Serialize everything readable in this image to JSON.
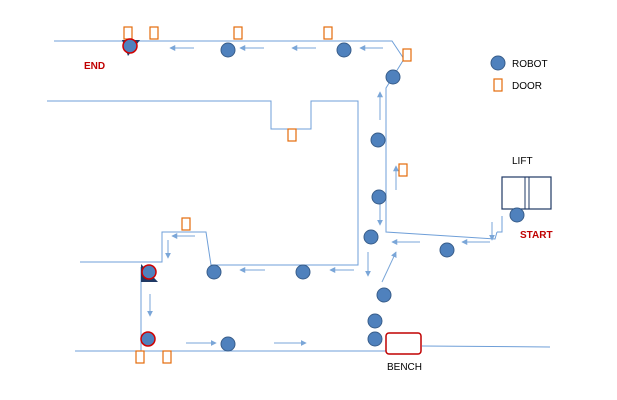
{
  "legend": {
    "robot_label": "ROBOT",
    "door_label": "DOOR"
  },
  "labels": {
    "end": "END",
    "start": "START",
    "lift": "LIFT",
    "bench": "BENCH"
  },
  "colors": {
    "robot": "#4f81bd",
    "door": "#e46c0a",
    "wall": "#6f9fd8",
    "marker_red": "#c00000",
    "triangle": "#1f3864"
  }
}
